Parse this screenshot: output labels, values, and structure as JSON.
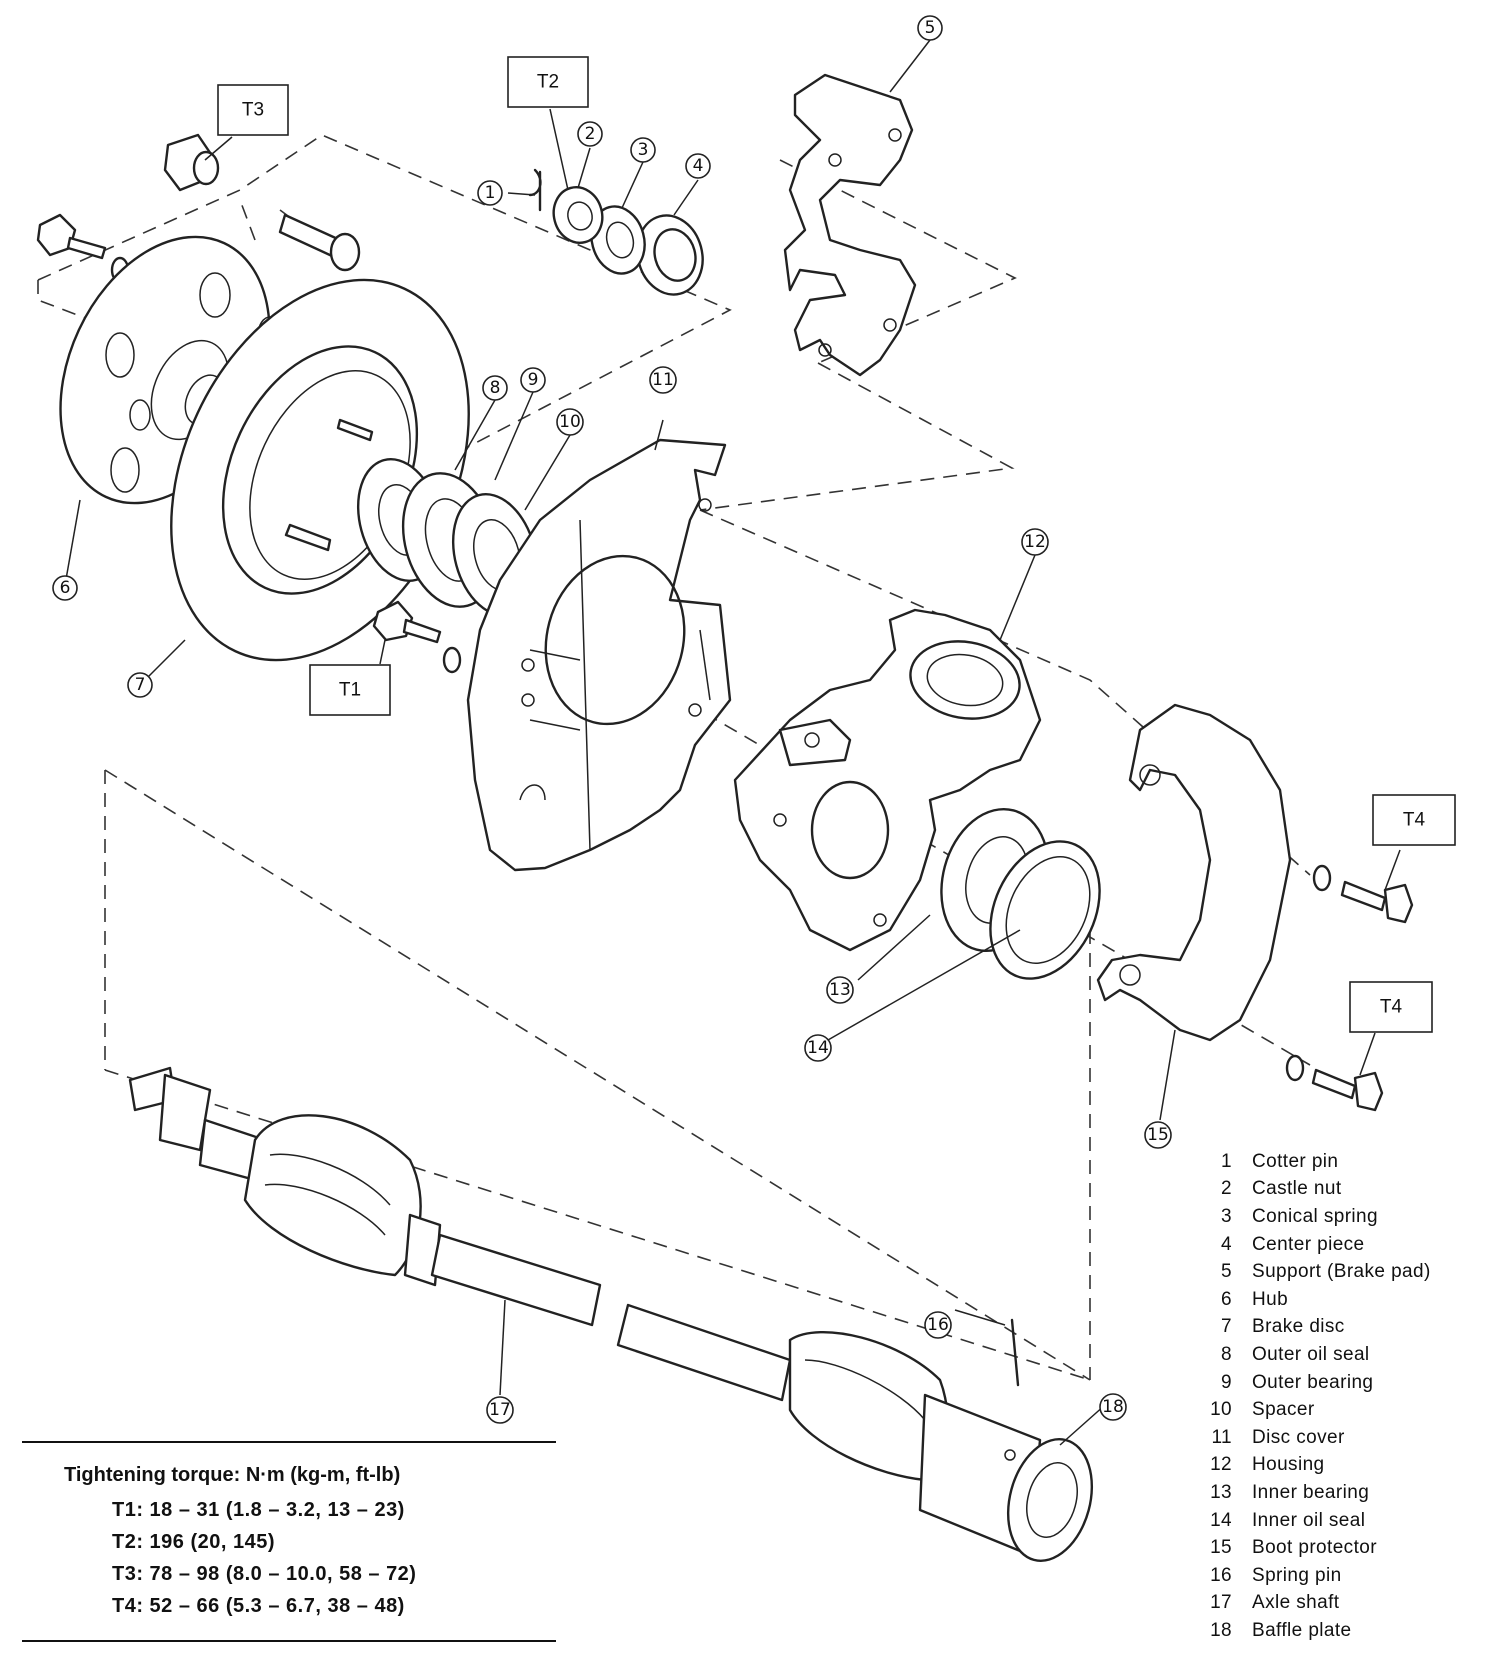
{
  "legend": [
    {
      "num": "1",
      "name": "Cotter pin"
    },
    {
      "num": "2",
      "name": "Castle nut"
    },
    {
      "num": "3",
      "name": "Conical spring"
    },
    {
      "num": "4",
      "name": "Center piece"
    },
    {
      "num": "5",
      "name": "Support (Brake pad)"
    },
    {
      "num": "6",
      "name": "Hub"
    },
    {
      "num": "7",
      "name": "Brake disc"
    },
    {
      "num": "8",
      "name": "Outer oil seal"
    },
    {
      "num": "9",
      "name": "Outer bearing"
    },
    {
      "num": "10",
      "name": "Spacer"
    },
    {
      "num": "11",
      "name": "Disc cover"
    },
    {
      "num": "12",
      "name": "Housing"
    },
    {
      "num": "13",
      "name": "Inner bearing"
    },
    {
      "num": "14",
      "name": "Inner oil seal"
    },
    {
      "num": "15",
      "name": "Boot protector"
    },
    {
      "num": "16",
      "name": "Spring pin"
    },
    {
      "num": "17",
      "name": "Axle shaft"
    },
    {
      "num": "18",
      "name": "Baffle plate"
    }
  ],
  "torque_boxes": {
    "t1": "T1",
    "t2": "T2",
    "t3": "T3",
    "t4a": "T4",
    "t4b": "T4"
  },
  "callouts": {
    "c1": "1",
    "c2": "2",
    "c3": "3",
    "c4": "4",
    "c5": "5",
    "c6": "6",
    "c7": "7",
    "c8": "8",
    "c9": "9",
    "c10": "10",
    "c11": "11",
    "c12": "12",
    "c13": "13",
    "c14": "14",
    "c15": "15",
    "c16": "16",
    "c17": "17",
    "c18": "18"
  },
  "torque_table": {
    "heading": "Tightening torque:  N·m (kg-m, ft-lb)",
    "specs": [
      "T1:  18 – 31 (1.8 – 3.2, 13 – 23)",
      "T2:  196 (20, 145)",
      "T3:  78 – 98 (8.0 – 10.0, 58 – 72)",
      "T4:  52 – 66 (5.3 – 6.7, 38 – 48)"
    ]
  }
}
